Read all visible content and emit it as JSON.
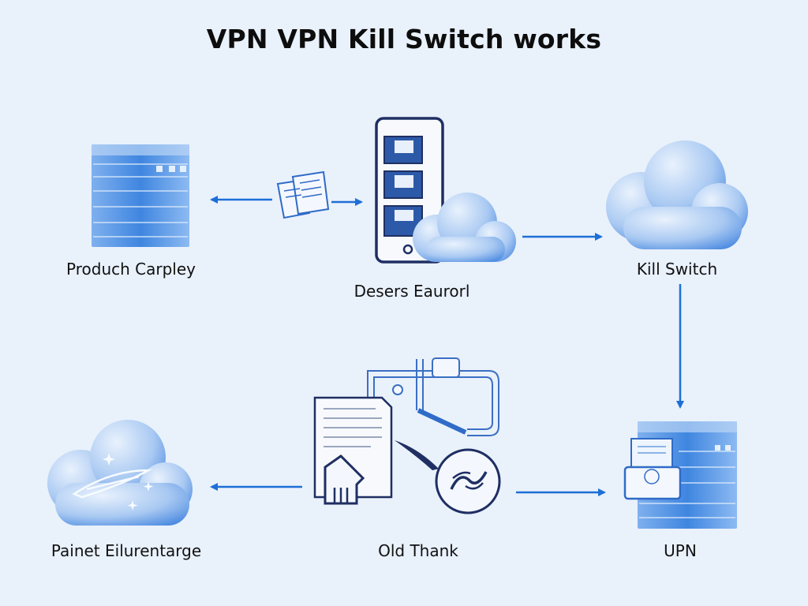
{
  "title": "VPN VPN Kill Switch works",
  "nodes": {
    "top_left": {
      "label": "Produch Carpley",
      "icon": "server-rack-icon"
    },
    "top_center": {
      "label": "Desers Eaurorl",
      "icon": "smartphone-icon"
    },
    "top_right": {
      "label": "Kill Switch",
      "icon": "cloud-icon"
    },
    "bottom_left": {
      "label": "Painet Eilurentarge",
      "icon": "cloud-icon"
    },
    "bottom_center": {
      "label": "Old Thank",
      "icon": "document-icon"
    },
    "bottom_right": {
      "label": "UPN",
      "icon": "server-rack-icon"
    }
  },
  "colors": {
    "background": "#e9f1fb",
    "accent": "#1d6fd6",
    "navy": "#1f2f63",
    "cloud": "#6fa3e6"
  }
}
